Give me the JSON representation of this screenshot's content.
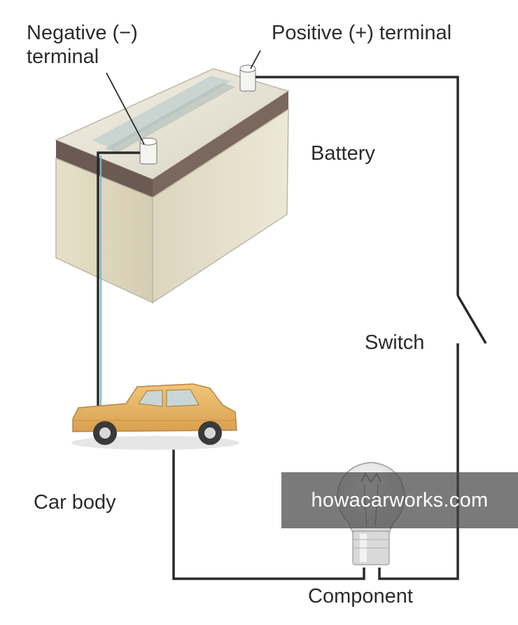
{
  "labels": {
    "negative_line1": "Negative (−)",
    "negative_line2": "terminal",
    "positive": "Positive (+) terminal",
    "battery": "Battery",
    "switch": "Switch",
    "car_body": "Car body",
    "component": "Component"
  },
  "watermark": "howacarworks.com",
  "colors": {
    "wire": "#2a2a2a",
    "battery_body": "#e5e0cc",
    "battery_band": "#6b5a52",
    "car_body": "#e8b864",
    "ground_wire": "#6fb8c8"
  },
  "icons": {
    "battery": "car-battery-icon",
    "car": "hatchback-car-icon",
    "bulb": "light-bulb-icon",
    "switch": "open-switch-icon"
  }
}
